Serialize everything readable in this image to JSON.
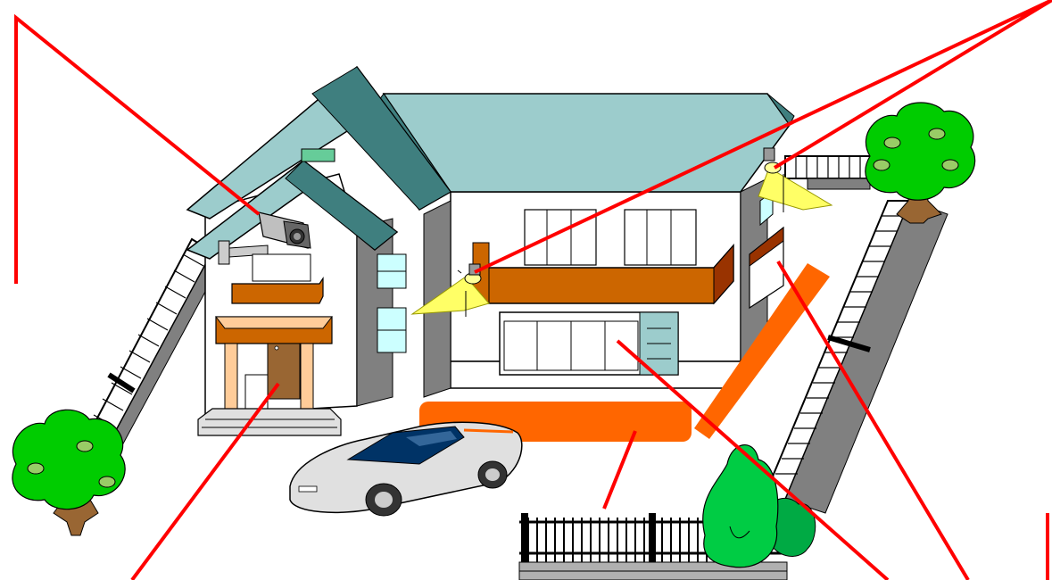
{
  "colors": {
    "callout_line": "#ff0000",
    "roof": "#9ccccc",
    "roof_dark": "#3f7f7f",
    "wall": "#ffffff",
    "wall_shadow": "#808080",
    "canopy": "#cc6600",
    "path_orange": "#ff6600",
    "light_beam": "#ffff66",
    "window": "#ccffff",
    "tree_green": "#00cc00",
    "trunk": "#996633",
    "car": "#e0e0e0"
  },
  "icons": {
    "camera": "security-camera-icon",
    "floodlight": "floodlight-icon",
    "tree": "tree-icon",
    "car": "car-icon",
    "fence": "fence-icon",
    "shrub": "shrub-icon"
  },
  "callouts": [
    {
      "id": "camera",
      "target": "security-camera"
    },
    {
      "id": "door",
      "target": "front-door"
    },
    {
      "id": "floodlight-left",
      "target": "floodlight-balcony"
    },
    {
      "id": "floodlight-right",
      "target": "floodlight-corner"
    },
    {
      "id": "driveway",
      "target": "driveway-path"
    },
    {
      "id": "window",
      "target": "ground-window"
    },
    {
      "id": "side-window",
      "target": "side-window"
    }
  ]
}
